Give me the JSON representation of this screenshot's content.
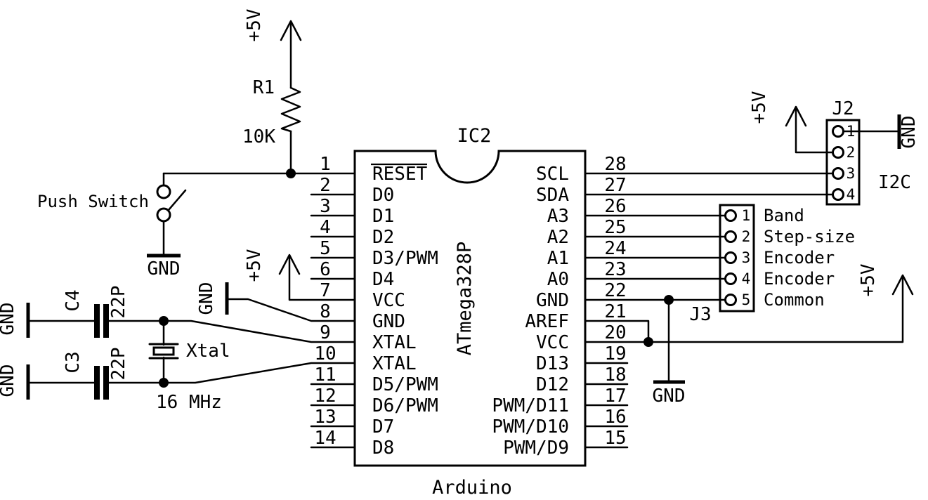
{
  "ic": {
    "designator": "IC2",
    "part": "ATmega328P",
    "board": "Arduino",
    "left_pins": [
      {
        "num": "1",
        "label": "RESET"
      },
      {
        "num": "2",
        "label": "D0"
      },
      {
        "num": "3",
        "label": "D1"
      },
      {
        "num": "4",
        "label": "D2"
      },
      {
        "num": "5",
        "label": "D3/PWM"
      },
      {
        "num": "6",
        "label": "D4"
      },
      {
        "num": "7",
        "label": "VCC"
      },
      {
        "num": "8",
        "label": "GND"
      },
      {
        "num": "9",
        "label": "XTAL"
      },
      {
        "num": "10",
        "label": "XTAL"
      },
      {
        "num": "11",
        "label": "D5/PWM"
      },
      {
        "num": "12",
        "label": "D6/PWM"
      },
      {
        "num": "13",
        "label": "D7"
      },
      {
        "num": "14",
        "label": "D8"
      }
    ],
    "right_pins": [
      {
        "num": "28",
        "label": "SCL"
      },
      {
        "num": "27",
        "label": "SDA"
      },
      {
        "num": "26",
        "label": "A3"
      },
      {
        "num": "25",
        "label": "A2"
      },
      {
        "num": "24",
        "label": "A1"
      },
      {
        "num": "23",
        "label": "A0"
      },
      {
        "num": "22",
        "label": "GND"
      },
      {
        "num": "21",
        "label": "AREF"
      },
      {
        "num": "20",
        "label": "VCC"
      },
      {
        "num": "19",
        "label": "D13"
      },
      {
        "num": "18",
        "label": "D12"
      },
      {
        "num": "17",
        "label": "PWM/D11"
      },
      {
        "num": "16",
        "label": "PWM/D10"
      },
      {
        "num": "15",
        "label": "PWM/D9"
      }
    ]
  },
  "resistor": {
    "designator": "R1",
    "value": "10K"
  },
  "push_switch": {
    "label": "Push Switch"
  },
  "crystal": {
    "label": "Xtal",
    "frequency": "16 MHz"
  },
  "c4": {
    "designator": "C4",
    "value": "22P"
  },
  "c3": {
    "designator": "C3",
    "value": "22P"
  },
  "j2": {
    "designator": "J2",
    "bus_label": "I2C",
    "pin_numbers": [
      "1",
      "2",
      "3",
      "4"
    ]
  },
  "j3": {
    "designator": "J3",
    "pins": [
      {
        "num": "1",
        "label": "Band"
      },
      {
        "num": "2",
        "label": "Step-size"
      },
      {
        "num": "3",
        "label": "Encoder"
      },
      {
        "num": "4",
        "label": "Encoder"
      },
      {
        "num": "5",
        "label": "Common"
      }
    ]
  },
  "power_labels": {
    "vcc": "+5V",
    "gnd": "GND"
  }
}
